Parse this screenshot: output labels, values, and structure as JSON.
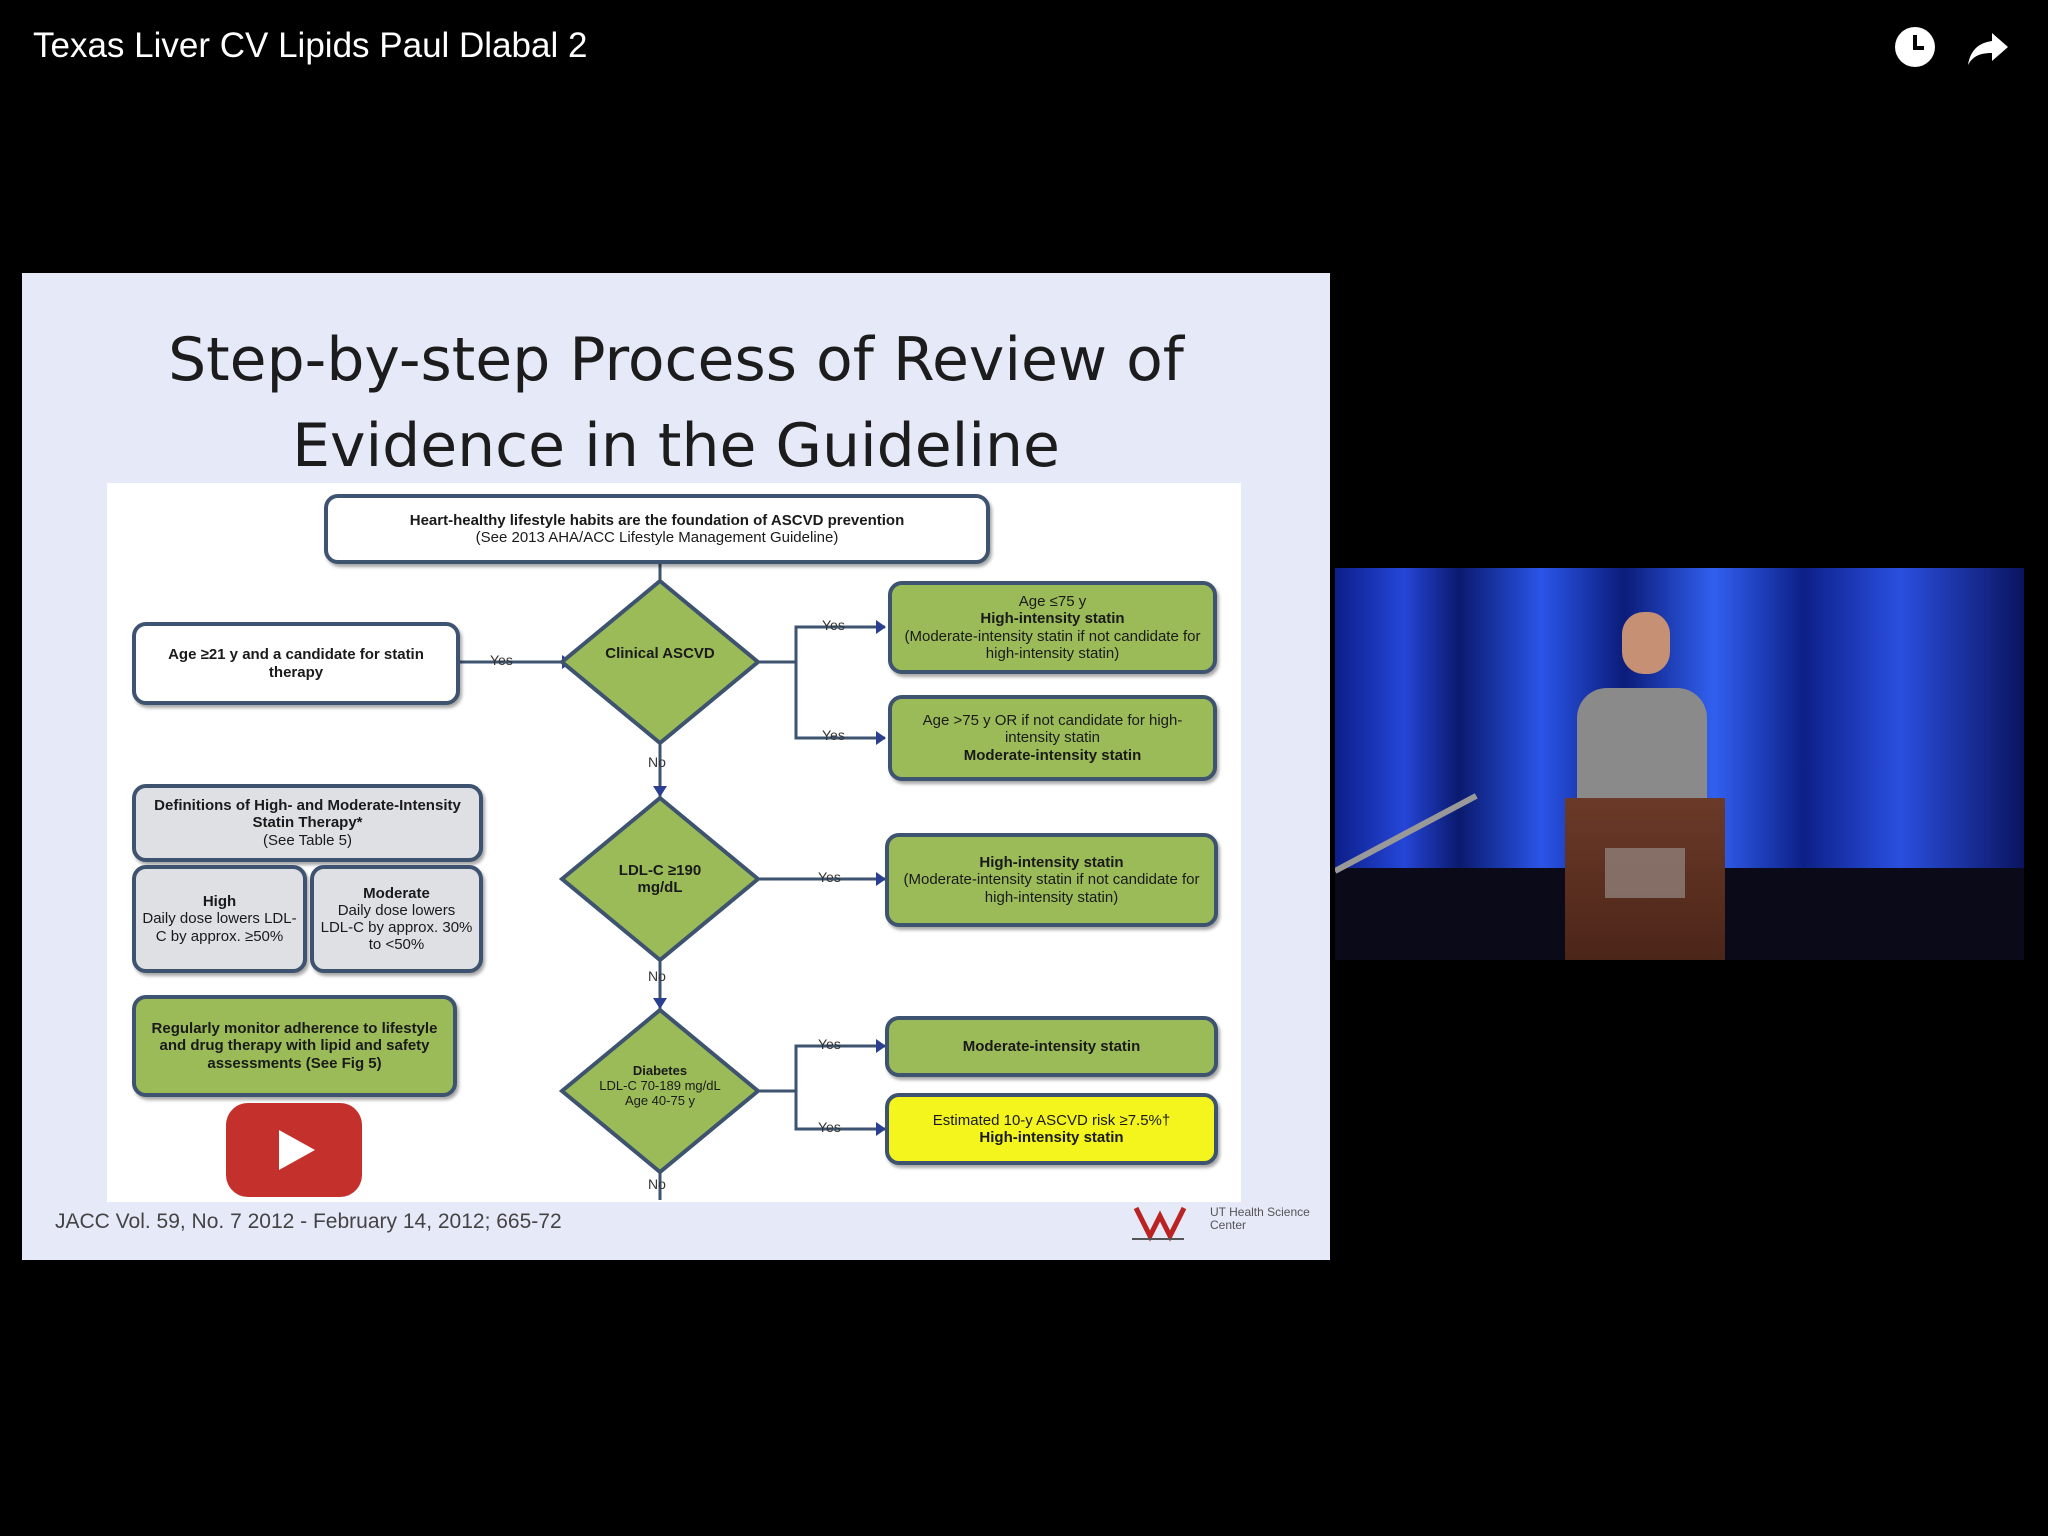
{
  "video": {
    "title": "Texas Liver CV Lipids Paul Dlabal 2",
    "icons": [
      "clock-icon",
      "share-icon"
    ],
    "play_button": "play-icon"
  },
  "slide": {
    "title_line1": "Step-by-step Process of Review of",
    "title_line2": "Evidence in the Guideline",
    "top_box": {
      "line1": "Heart-healthy lifestyle habits are the foundation of ASCVD prevention",
      "line2": "(See 2013 AHA/ACC Lifestyle Management Guideline)"
    },
    "age_box": "Age ≥21 y and a candidate for statin therapy",
    "diamond1": "Clinical ASCVD",
    "diamond2": "LDL-C ≥190 mg/dL",
    "diamond3": {
      "line1": "Diabetes",
      "line2": "LDL-C 70-189 mg/dL",
      "line3": "Age 40-75 y"
    },
    "r1": {
      "line1": "Age ≤75 y",
      "line2": "High-intensity statin",
      "line3": "(Moderate-intensity statin if not candidate for high-intensity statin)"
    },
    "r2": {
      "line1": "Age >75 y OR if not candidate for high-intensity statin",
      "line2": "Moderate-intensity statin"
    },
    "r3": {
      "line1": "High-intensity statin",
      "line2": "(Moderate-intensity statin if not candidate for high-intensity statin)"
    },
    "r4": "Moderate-intensity statin",
    "r5": {
      "line1": "Estimated 10-y ASCVD risk ≥7.5%†",
      "line2": "High-intensity statin"
    },
    "definitions": {
      "title": "Definitions of High- and Moderate-Intensity Statin Therapy*",
      "ref": "(See Table 5)",
      "high_title": "High",
      "high_text": "Daily dose lowers LDL-C by approx. ≥50%",
      "mod_title": "Moderate",
      "mod_text": "Daily dose lowers LDL-C by approx. 30% to <50%"
    },
    "monitor": "Regularly monitor adherence to lifestyle and drug therapy with lipid and safety assessments (See Fig 5)",
    "yes": "Yes",
    "no": "No",
    "citation": "JACC Vol. 59, No. 7 2012 - February 14, 2012; 665-72",
    "logo_text": "UT Health Science Center"
  },
  "colors": {
    "green": "#9bbb59",
    "yellow": "#f5f51e",
    "play_red": "#c4302b"
  }
}
